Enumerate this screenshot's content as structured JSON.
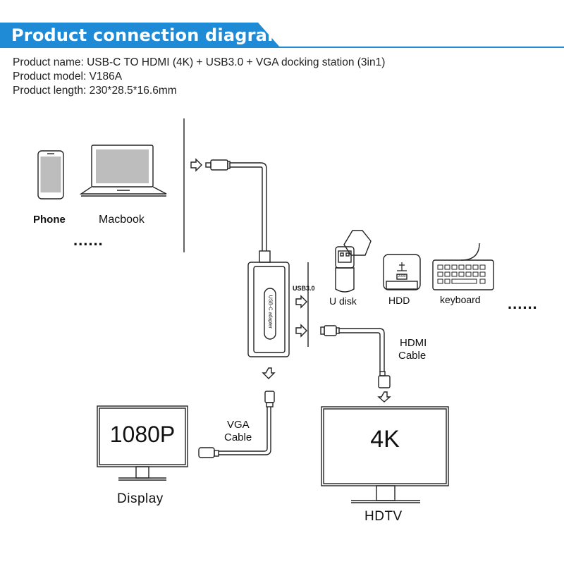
{
  "header": {
    "title": "Product connection diagram:",
    "banner_color": "#1f8ad6"
  },
  "specs": {
    "name": "Product name: USB-C TO HDMI (4K) + USB3.0 + VGA docking station (3in1)",
    "model": "Product model: V186A",
    "length": "Product length: 230*28.5*16.6mm"
  },
  "sources": {
    "phone": "Phone",
    "macbook": "Macbook",
    "more": "......"
  },
  "adapter": {
    "label": "USB-C adapter",
    "usb_port_label": "USB3.0"
  },
  "usb_devices": {
    "udisk": "U disk",
    "hdd": "HDD",
    "hdd_badge": "2000",
    "keyboard": "keyboard",
    "more": "......"
  },
  "cables": {
    "hdmi_line1": "HDMI",
    "hdmi_line2": "Cable",
    "vga_line1": "VGA",
    "vga_line2": "Cable"
  },
  "outputs": {
    "display_screen": "1080P",
    "display_label": "Display",
    "tv_screen": "4K",
    "tv_label": "HDTV"
  }
}
